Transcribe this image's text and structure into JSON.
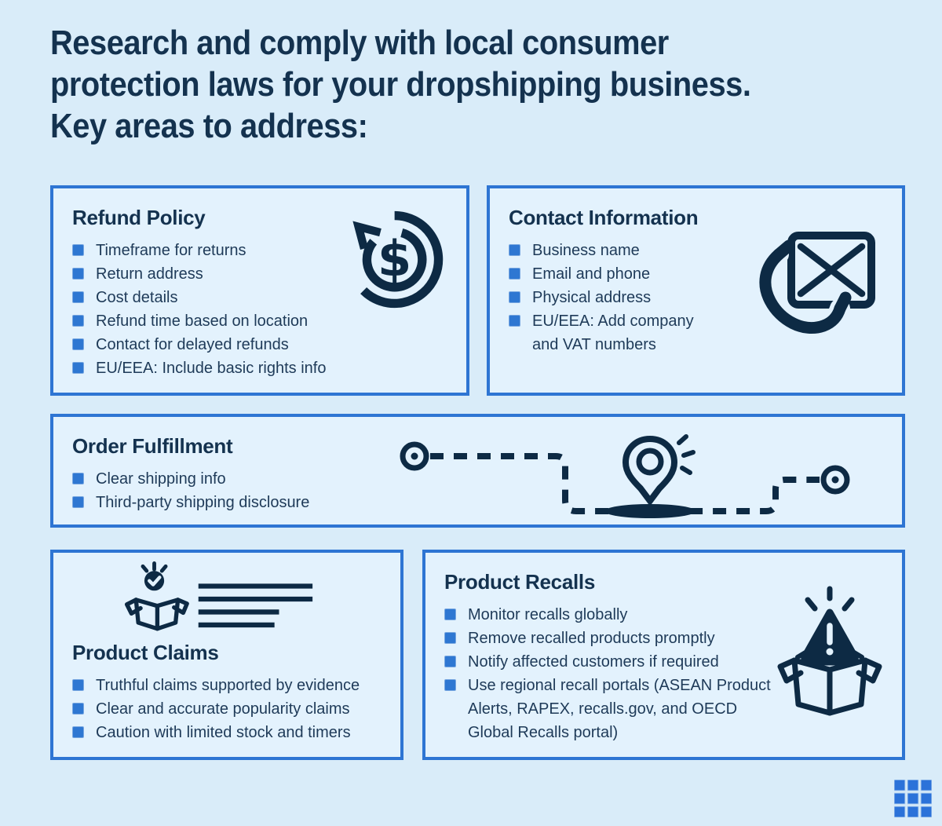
{
  "colors": {
    "bg": "#d9ecf9",
    "cardbg": "#e3f2fd",
    "border": "#2e75d3",
    "bullet": "#2e77d2",
    "ink": "#0d2a44",
    "heading": "#14324f",
    "body": "#1e3a58",
    "logo": "#2b72d9"
  },
  "header": {
    "title_lines": [
      "Research and comply with local consumer",
      "protection laws for your dropshipping business.",
      "Key areas to address:"
    ]
  },
  "cards": [
    {
      "id": "refund-policy",
      "title": "Refund Policy",
      "icon": "refund-arrow-dollar-icon",
      "items": [
        "Timeframe for returns",
        "Return address",
        "Cost details",
        "Refund time based on location",
        "Contact for delayed refunds",
        "EU/EEA: Include basic rights info"
      ]
    },
    {
      "id": "contact-information",
      "title": "Contact Information",
      "icon": "phone-envelope-icon",
      "items": [
        "Business name",
        "Email and phone",
        "Physical address",
        "EU/EEA: Add company and VAT numbers"
      ]
    },
    {
      "id": "order-fulfillment",
      "title": "Order Fulfillment",
      "icon": "shipping-route-icon",
      "items": [
        "Clear shipping info",
        "Third-party shipping disclosure"
      ]
    },
    {
      "id": "product-claims",
      "title": "Product Claims",
      "icon": "verified-box-claims-icon",
      "items": [
        "Truthful claims supported by evidence",
        "Clear and accurate popularity claims",
        "Caution with limited stock and timers"
      ]
    },
    {
      "id": "product-recalls",
      "title": "Product Recalls",
      "icon": "recall-warning-box-icon",
      "items": [
        "Monitor recalls globally",
        "Remove recalled products promptly",
        "Notify affected customers if required",
        "Use regional recall portals (ASEAN Product Alerts, RAPEX, recalls.gov, and OECD Global Recalls portal)"
      ]
    }
  ],
  "icons": {
    "bullet": "bullet-square-icon",
    "refund": "refund-arrow-dollar-icon",
    "contact": "phone-envelope-icon",
    "order": "shipping-route-icon",
    "claims": "verified-box-claims-icon",
    "recalls": "recall-warning-box-icon",
    "brand": "grid-logo-icon"
  }
}
